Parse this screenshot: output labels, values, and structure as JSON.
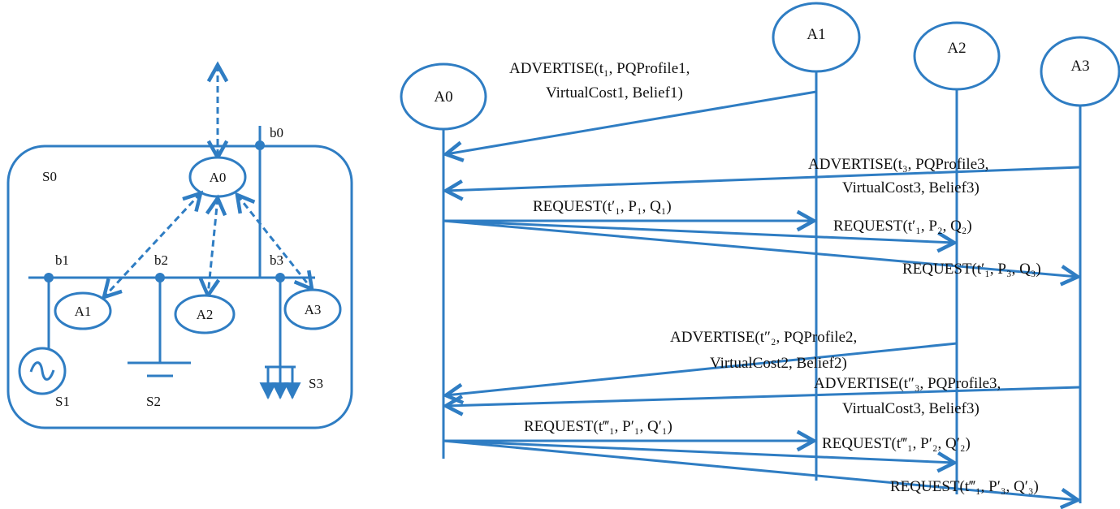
{
  "colors": {
    "line": "#2F7DC3",
    "text": "#111111",
    "background": "#ffffff"
  },
  "left_diagram": {
    "system_label": "S0",
    "buses": {
      "b0": "b0",
      "b1": "b1",
      "b2": "b2",
      "b3": "b3"
    },
    "agents": {
      "a0": "A0",
      "a1": "A1",
      "a2": "A2",
      "a3": "A3"
    },
    "sources": {
      "s1": "S1",
      "s2": "S2",
      "s3": "S3"
    },
    "icons": {
      "generator": "ac-source-icon",
      "ground": "ground-icon",
      "load": "load-arrows-icon"
    }
  },
  "sequence_diagram": {
    "participants": {
      "a0": "A0",
      "a1": "A1",
      "a2": "A2",
      "a3": "A3"
    },
    "messages": {
      "m1": {
        "line1": "ADVERTISE(t₁, PQProfile1,",
        "line2": "VirtualCost1, Belief1)"
      },
      "m2": {
        "line1": "ADVERTISE(t₃, PQProfile3,",
        "line2": "VirtualCost3, Belief3)"
      },
      "m3": "REQUEST(t′₁, P₁, Q₁)",
      "m4": "REQUEST(t′₁, P₂, Q₂)",
      "m5": "REQUEST(t′₁, P₃, Q₃)",
      "m6": {
        "line1": "ADVERTISE(t″₂, PQProfile2,",
        "line2": "VirtualCost2, Belief2)"
      },
      "m7": {
        "line1": "ADVERTISE(t″₃, PQProfile3,",
        "line2": "VirtualCost3, Belief3)"
      },
      "m8": "REQUEST(t‴₁, P′₁, Q′₁)",
      "m9": "REQUEST(t‴₁, P′₂, Q′₂)",
      "m10": "REQUEST(t‴₁, P′₃, Q′₃)"
    }
  }
}
